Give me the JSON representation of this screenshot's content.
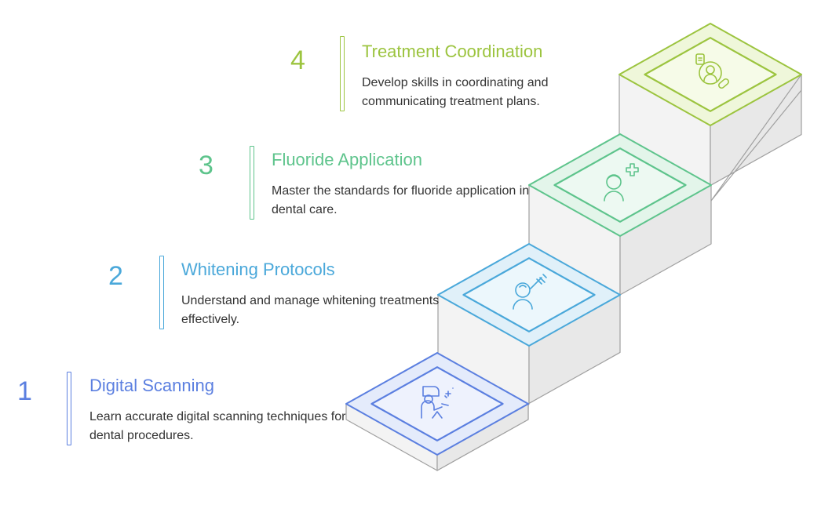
{
  "steps": [
    {
      "number": "1",
      "title": "Digital Scanning",
      "description": "Learn accurate digital scanning techniques for dental procedures.",
      "icon": "dentist-scanning-icon",
      "color": "#5b7fe0",
      "top_face": "#e4ebfb",
      "inner_face": "#eef2fd"
    },
    {
      "number": "2",
      "title": "Whitening Protocols",
      "description": "Understand and manage whitening treatments effectively.",
      "icon": "patient-injection-icon",
      "color": "#4aa8da",
      "top_face": "#e0f0f9",
      "inner_face": "#ecf7fc"
    },
    {
      "number": "3",
      "title": "Fluoride Application",
      "description": "Master the standards for fluoride application in dental care.",
      "icon": "patient-medical-cross-icon",
      "color": "#5ec48c",
      "top_face": "#e3f5ea",
      "inner_face": "#edf9f2"
    },
    {
      "number": "4",
      "title": "Treatment Coordination",
      "description": "Develop skills in coordinating and communicating treatment plans.",
      "icon": "treatment-plan-coordinator-icon",
      "color": "#9cc43f",
      "top_face": "#eff7da",
      "inner_face": "#f6fbe8"
    }
  ],
  "stair_colors": {
    "side": "#e8e8e8",
    "front": "#f3f3f3",
    "edge": "#a0a0a0"
  }
}
